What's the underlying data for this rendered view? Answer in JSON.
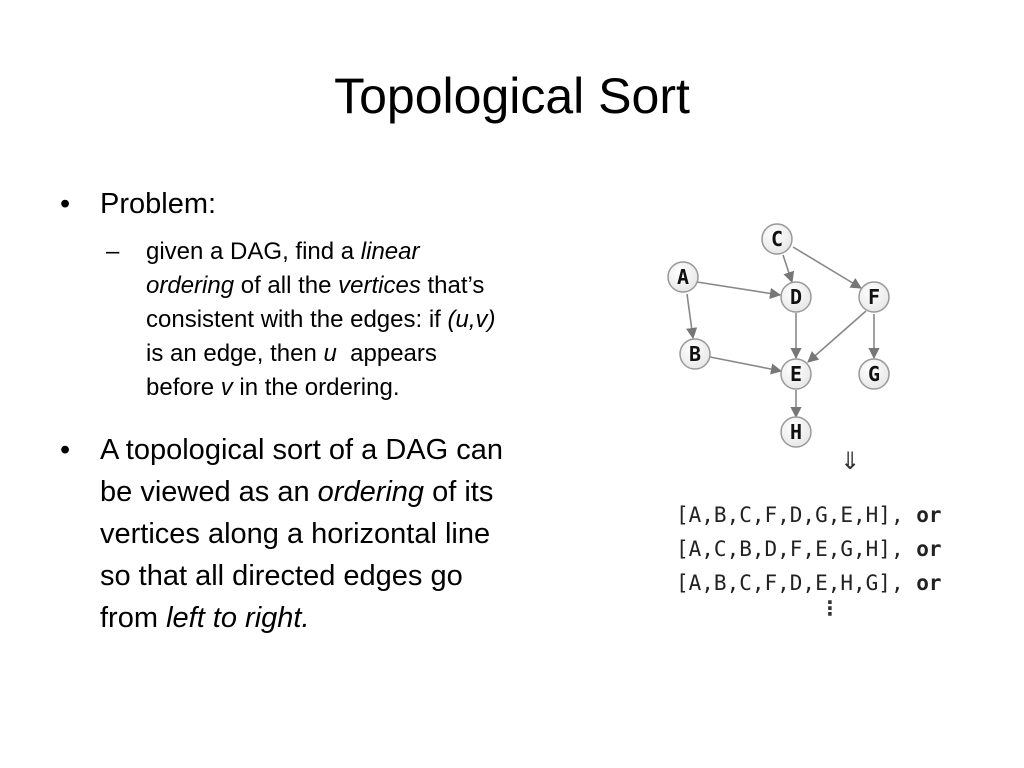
{
  "slide": {
    "title": "Topological Sort",
    "bullet1": {
      "label": "Problem:",
      "sub": {
        "l1_a": " given a DAG, find a ",
        "l1_b": "linear",
        "l2_a": "ordering",
        "l2_b": " of all the ",
        "l2_c": "vertices",
        "l2_d": " that’s",
        "l3_a": "consistent with the edges: if ",
        "l3_b": "(u,v)",
        "l4_a": "is an edge, then ",
        "l4_b": "u",
        "l4_c": "  appears",
        "l5_a": "before ",
        "l5_b": "v",
        "l5_c": " in the ordering."
      }
    },
    "bullet2": {
      "l1": "A topological sort of a DAG can",
      "l2_a": "be viewed as an ",
      "l2_b": "ordering",
      "l2_c": " of its",
      "l3": "vertices along a horizontal line",
      "l4": "so that all directed edges go",
      "l5_a": "from ",
      "l5_b": "left to right."
    }
  },
  "graph": {
    "nodes": {
      "A": "A",
      "B": "B",
      "C": "C",
      "D": "D",
      "E": "E",
      "F": "F",
      "G": "G",
      "H": "H"
    },
    "edges": [
      [
        "A",
        "D"
      ],
      [
        "A",
        "B"
      ],
      [
        "B",
        "E"
      ],
      [
        "C",
        "D"
      ],
      [
        "C",
        "F"
      ],
      [
        "D",
        "E"
      ],
      [
        "F",
        "E"
      ],
      [
        "F",
        "G"
      ],
      [
        "E",
        "H"
      ]
    ]
  },
  "orderings": {
    "arrow": "⇓",
    "rows": [
      {
        "list": "[A,B,C,F,D,G,E,H]",
        "sep": ",",
        "or": "or"
      },
      {
        "list": "[A,C,B,D,F,E,G,H]",
        "sep": ",",
        "or": "or"
      },
      {
        "list": "[A,B,C,F,D,E,H,G]",
        "sep": ",",
        "or": "or"
      }
    ],
    "more": "⋮"
  }
}
